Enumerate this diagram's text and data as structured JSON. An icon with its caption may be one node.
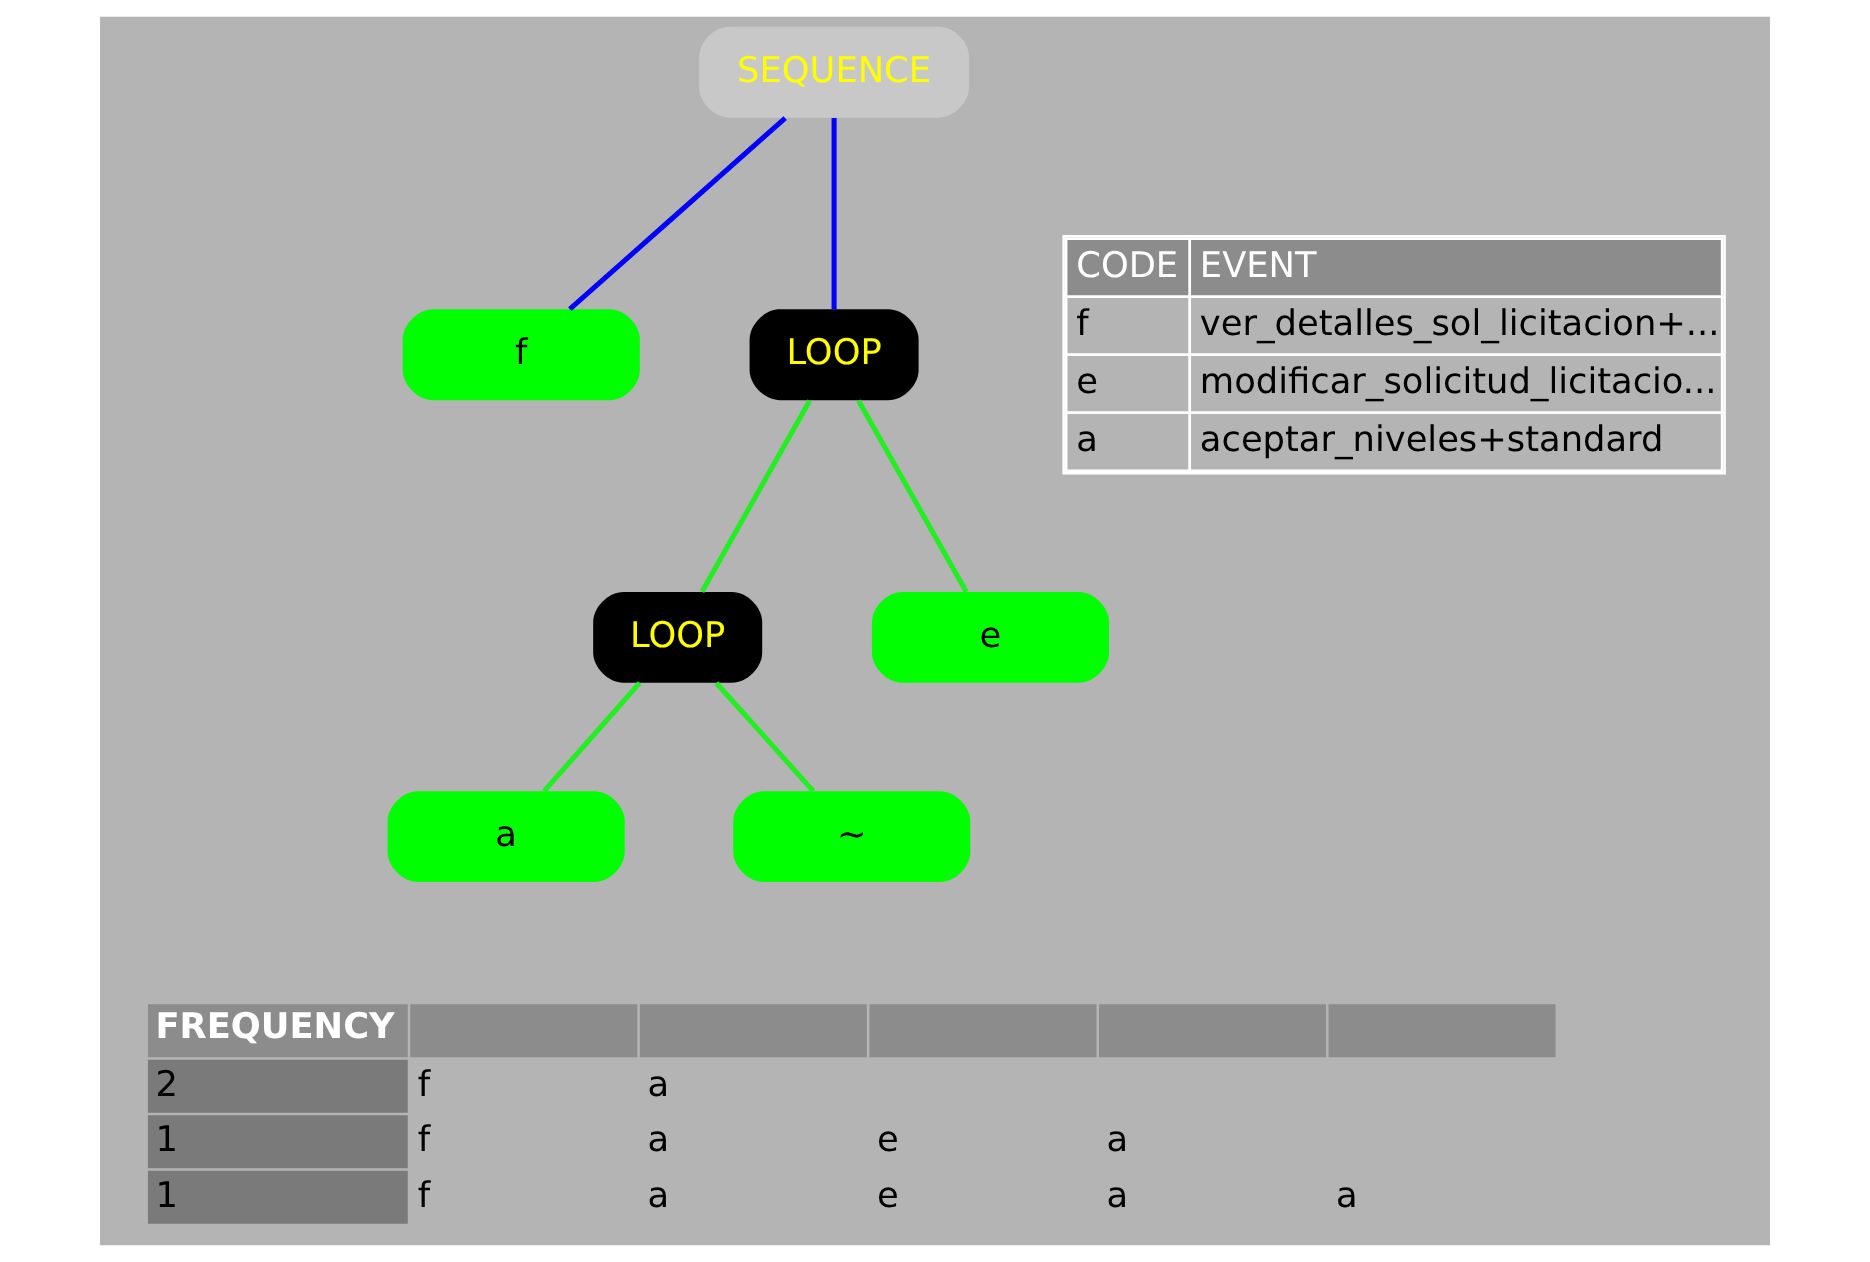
{
  "diagram": {
    "nodes": [
      {
        "text": [
          "SEQUENCE"
        ]
      },
      {
        "text": [
          "f"
        ]
      },
      {
        "text": [
          "LOOP"
        ]
      },
      {
        "text": [
          "LOOP"
        ]
      },
      {
        "text": [
          "e"
        ]
      },
      {
        "text": [
          "a"
        ]
      },
      {
        "text": [
          "~"
        ]
      }
    ],
    "edges": [
      {
        "from": 0,
        "to": 1,
        "arrow": "none",
        "color": "#0000ff"
      },
      {
        "from": 0,
        "to": 2,
        "arrow": "none",
        "color": "#0000ff"
      },
      {
        "from": 2,
        "to": 3,
        "arrow": "none"
      },
      {
        "from": 2,
        "to": 4,
        "arrow": "none"
      },
      {
        "from": 3,
        "to": 5,
        "arrow": "none"
      },
      {
        "from": 3,
        "to": 6,
        "arrow": "none"
      }
    ],
    "labels": [
      "CODE",
      "EVENT",
      "f",
      "ver_detalles_sol_licitacion+...",
      "e",
      "modificar_solicitud_licitacio...",
      "a",
      "aceptar_niveles+standard",
      "FREQUENCY",
      "2",
      "f",
      "a",
      "1",
      "f",
      "a",
      "e",
      "a",
      "1",
      "f",
      "a",
      "e",
      "a",
      "a"
    ]
  }
}
